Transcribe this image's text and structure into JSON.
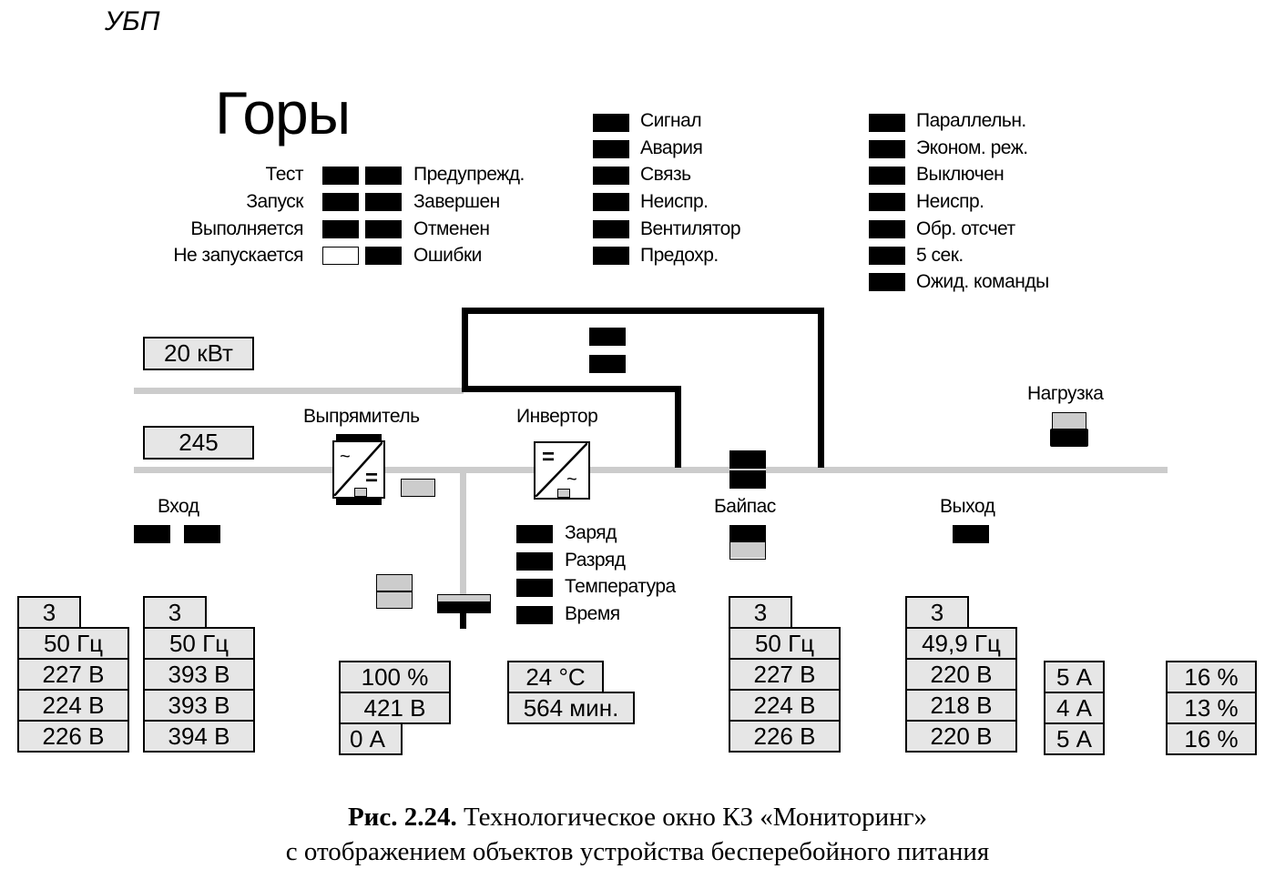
{
  "header": {
    "system_label": "УБП",
    "object_title": "Горы"
  },
  "status_left": {
    "labels": [
      "Тест",
      "Запуск",
      "Выполняется",
      "Не запускается"
    ],
    "right_labels": [
      "Предупрежд.",
      "Завершен",
      "Отменен",
      "Ошибки"
    ]
  },
  "alarms_mid": [
    "Сигнал",
    "Авария",
    "Связь",
    "Неиспр.",
    "Вентилятор",
    "Предохр."
  ],
  "alarms_right": [
    "Параллельн.",
    "Эконом. реж.",
    "Выключен",
    "Неиспр.",
    "Обр. отсчет",
    "5 сек.",
    "Ожид. команды"
  ],
  "power_readout": "20 кВт",
  "counter_readout": "245",
  "diagram": {
    "rectifier_label": "Выпрямитель",
    "inverter_label": "Инвертор",
    "input_label": "Вход",
    "bypass_label": "Байпас",
    "output_label": "Выход",
    "load_label": "Нагрузка",
    "rectifier_symbols": {
      "ac": "~",
      "dc": "="
    },
    "inverter_symbols": {
      "dc": "=",
      "ac": "~"
    }
  },
  "battery_status": [
    "Заряд",
    "Разряд",
    "Температура",
    "Время"
  ],
  "input_mains": {
    "phases": "3",
    "frequency": "50 Гц",
    "voltages": [
      "227 В",
      "224 В",
      "226 В"
    ]
  },
  "input_line": {
    "phases": "3",
    "frequency": "50 Гц",
    "voltages": [
      "393 В",
      "393 В",
      "394 В"
    ]
  },
  "battery": {
    "charge": "100 %",
    "voltage": "421 В",
    "current": "0 А"
  },
  "battery_env": {
    "temperature": "24 °С",
    "runtime": "564 мин."
  },
  "bypass": {
    "phases": "3",
    "frequency": "50 Гц",
    "voltages": [
      "227 В",
      "224 В",
      "226 В"
    ]
  },
  "output": {
    "phases": "3",
    "frequency": "49,9 Гц",
    "voltages": [
      "220 В",
      "218 В",
      "220 В"
    ]
  },
  "output_currents": [
    "5 А",
    "4 А",
    "5 А"
  ],
  "output_load": [
    "16 %",
    "13 %",
    "16 %"
  ],
  "caption": {
    "prefix": "Рис. 2.24.",
    "line1": " Технологическое окно КЗ «Мониторинг»",
    "line2": "с отображением объектов устройства бесперебойного питания"
  },
  "colors": {
    "indicator_on": "#000000",
    "indicator_idle": "#cccccc",
    "bus_line": "#cccccc",
    "value_bg": "#e6e6e6"
  }
}
